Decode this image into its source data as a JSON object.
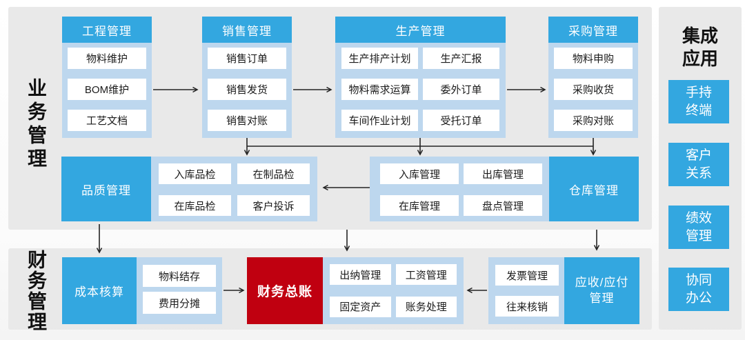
{
  "sections": {
    "business": "业务管理",
    "finance": "财务管理"
  },
  "columns": [
    {
      "header": "工程管理",
      "items": [
        "物料维护",
        "BOM维护",
        "工艺文档"
      ]
    },
    {
      "header": "销售管理",
      "items": [
        "销售订单",
        "销售发货",
        "销售对账"
      ]
    },
    {
      "header": "生产管理",
      "items": [
        "生产排产计划",
        "生产汇报",
        "物料需求运算",
        "委外订单",
        "车间作业计划",
        "受托订单"
      ]
    },
    {
      "header": "采购管理",
      "items": [
        "物料申购",
        "采购收货",
        "采购对账"
      ]
    }
  ],
  "quality": {
    "header": "品质管理",
    "items": [
      "入库品检",
      "在制品检",
      "在库品检",
      "客户投诉"
    ]
  },
  "warehouse": {
    "header": "仓库管理",
    "items": [
      "入库管理",
      "出库管理",
      "在库管理",
      "盘点管理"
    ]
  },
  "costing": {
    "header": "成本核算",
    "items": [
      "物料结存",
      "费用分摊"
    ]
  },
  "ledger": {
    "label": "财务总账"
  },
  "treasury": {
    "items": [
      "出纳管理",
      "工资管理",
      "固定资产",
      "账务处理"
    ]
  },
  "receivable": {
    "header": "应收/应付管理",
    "items": [
      "发票管理",
      "往来核销"
    ]
  },
  "integration": {
    "title": "集成应用",
    "items": [
      "手持终端",
      "客户关系",
      "绩效管理",
      "协同办公"
    ]
  },
  "colors": {
    "accent_blue": "#33a7e0",
    "container_light_blue": "#bdd7ee",
    "panel_gray": "#e9e9e9",
    "ledger_red": "#c00010"
  }
}
